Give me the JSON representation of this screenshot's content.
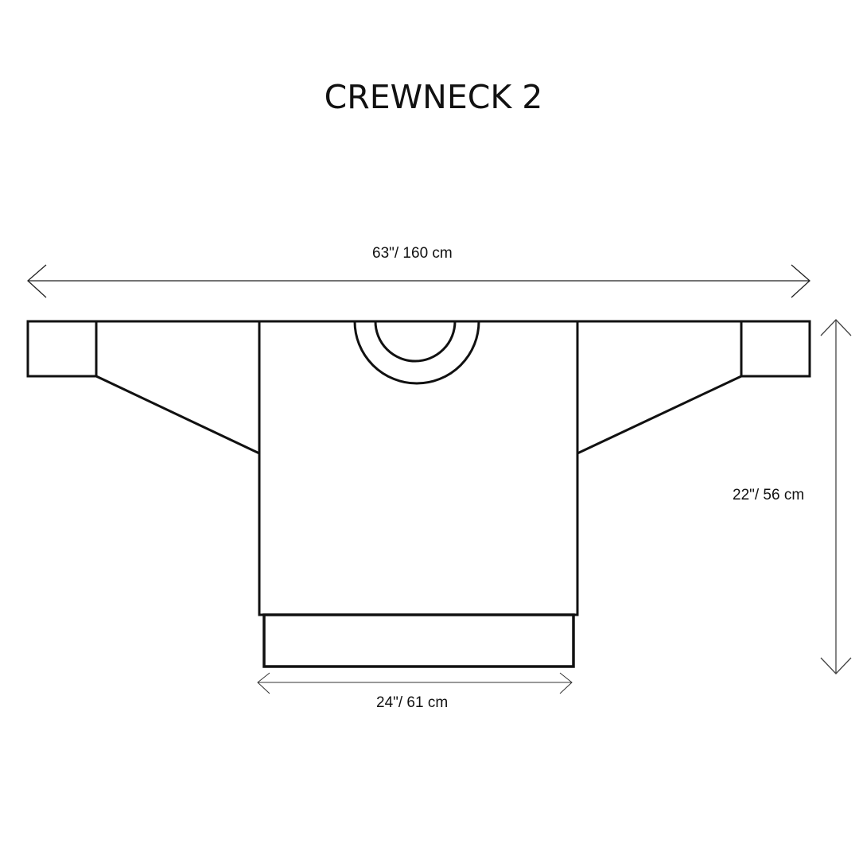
{
  "title": "CREWNECK 2",
  "colors": {
    "background": "#ffffff",
    "outline": "#111111",
    "dimension_line": "#222222"
  },
  "measurements": {
    "wingspan": "63\"/ 160 cm",
    "hem_width": "24\"/ 61 cm",
    "body_length": "22\"/ 56 cm"
  },
  "parts": {
    "body": "body-panel",
    "neckline": "crew-neckline",
    "ribbing": "hem-ribbing",
    "left_sleeve": "left-sleeve",
    "right_sleeve": "right-sleeve",
    "left_cuff": "left-cuff",
    "right_cuff": "right-cuff"
  }
}
